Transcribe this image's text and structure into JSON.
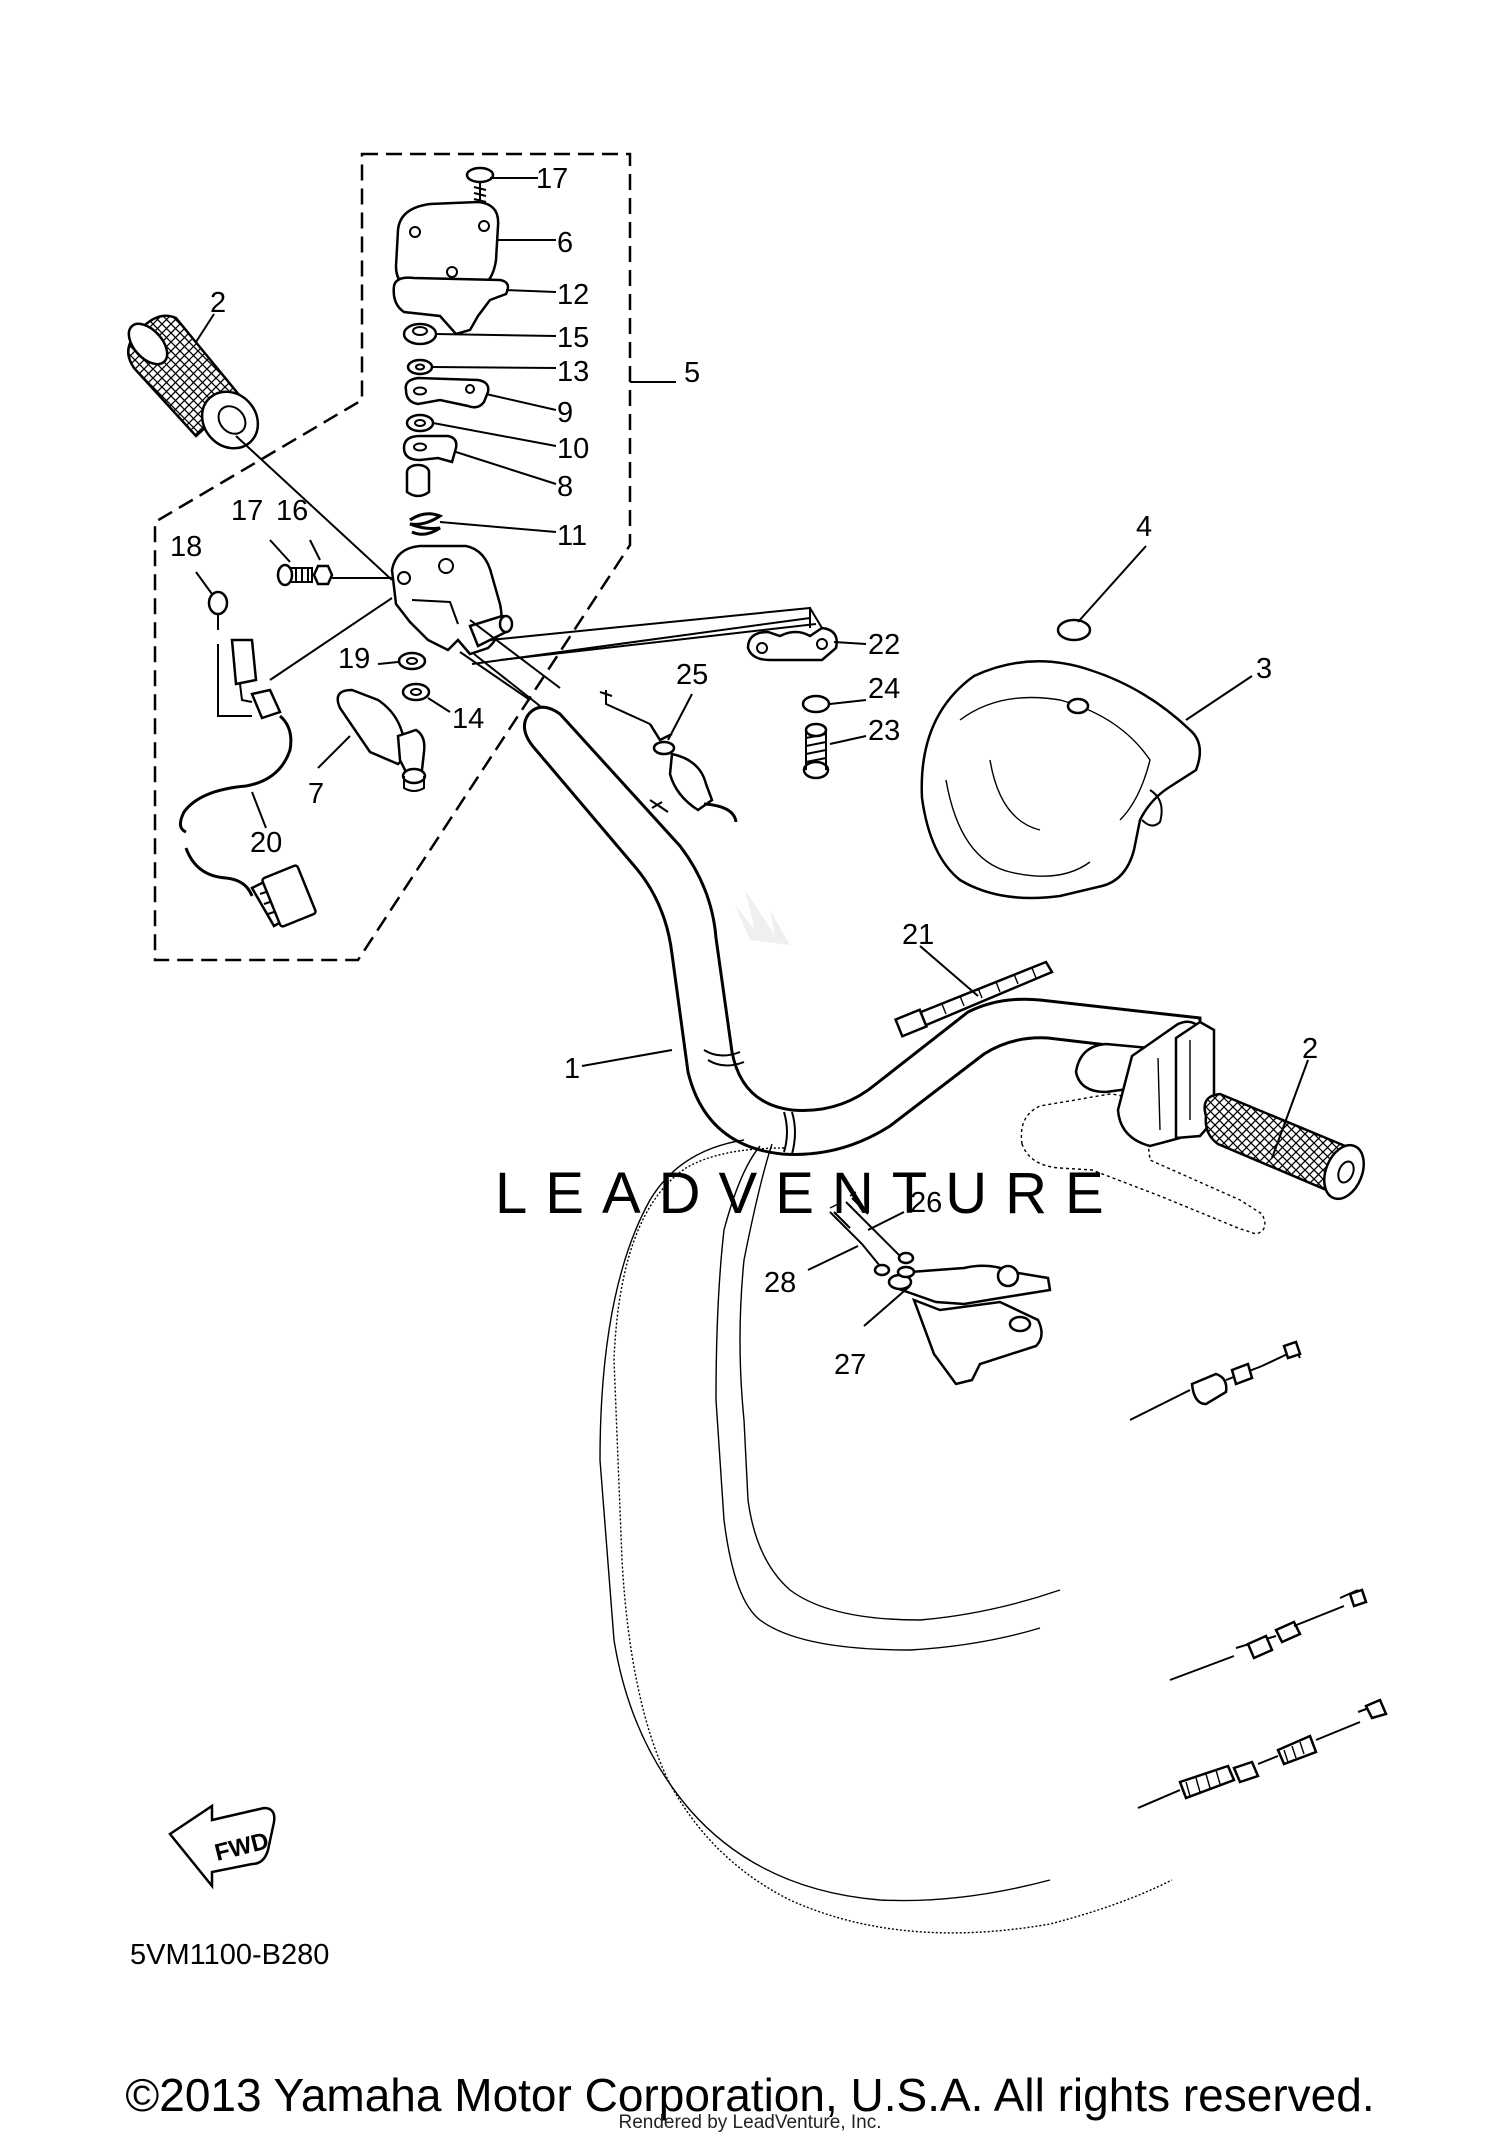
{
  "diagram": {
    "part_code": "5VM1100-B280",
    "fwd_label": "FWD",
    "watermark": "LEADVENTURE",
    "callouts": {
      "c1": "1",
      "c2a": "2",
      "c2b": "2",
      "c3": "3",
      "c4": "4",
      "c5": "5",
      "c6": "6",
      "c7": "7",
      "c8": "8",
      "c9": "9",
      "c10": "10",
      "c11": "11",
      "c12": "12",
      "c13": "13",
      "c14": "14",
      "c15": "15",
      "c16": "16",
      "c17a": "17",
      "c17b": "17",
      "c18": "18",
      "c19": "19",
      "c20": "20",
      "c21": "21",
      "c22": "22",
      "c23": "23",
      "c24": "24",
      "c25": "25",
      "c26": "26",
      "c27": "27",
      "c28": "28"
    }
  },
  "footer": {
    "copyright": "©2013 Yamaha Motor Corporation, U.S.A. All rights reserved.",
    "rendered_by": "Rendered by LeadVenture, Inc."
  }
}
